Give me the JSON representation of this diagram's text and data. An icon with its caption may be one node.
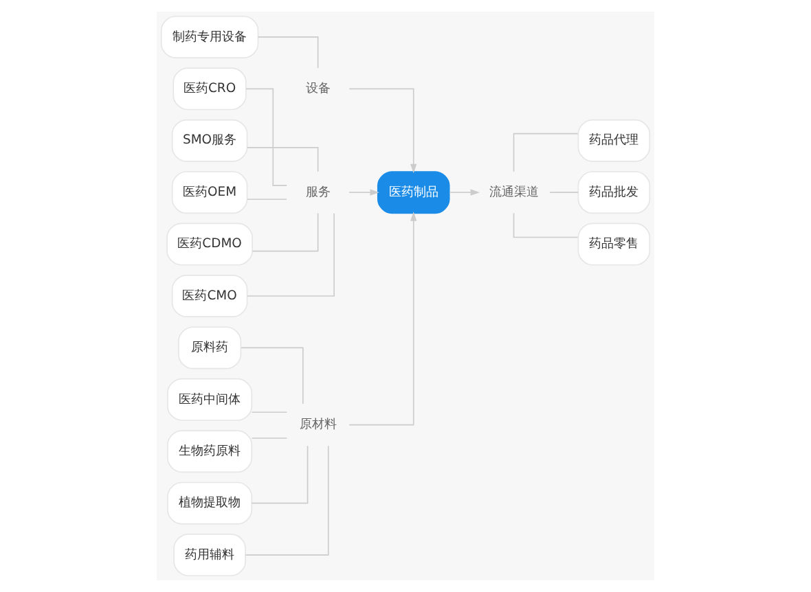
{
  "diagram": {
    "nodes": [
      {
        "text": [
          "制药专用设备"
        ]
      },
      {
        "text": [
          "设备"
        ]
      },
      {
        "text": [
          "医药CRO"
        ]
      },
      {
        "text": [
          "SMO服务"
        ]
      },
      {
        "text": [
          "医药OEM"
        ]
      },
      {
        "text": [
          "医药CDMO"
        ]
      },
      {
        "text": [
          "医药CMO"
        ]
      },
      {
        "text": [
          "服务"
        ]
      },
      {
        "text": [
          "原料药"
        ]
      },
      {
        "text": [
          "医药中间体"
        ]
      },
      {
        "text": [
          "生物药原料"
        ]
      },
      {
        "text": [
          "植物提取物"
        ]
      },
      {
        "text": [
          "药用辅料"
        ]
      },
      {
        "text": [
          "原材料"
        ]
      },
      {
        "text": [
          "医药制品"
        ]
      },
      {
        "text": [
          "流通渠道"
        ]
      },
      {
        "text": [
          "药品代理"
        ]
      },
      {
        "text": [
          "药品批发"
        ]
      },
      {
        "text": [
          "药品零售"
        ]
      }
    ],
    "edges": [
      {
        "from": 0,
        "to": 1,
        "arrow": "none"
      },
      {
        "from": 2,
        "to": 7,
        "arrow": "none"
      },
      {
        "from": 3,
        "to": 7,
        "arrow": "none"
      },
      {
        "from": 4,
        "to": 7,
        "arrow": "none"
      },
      {
        "from": 5,
        "to": 7,
        "arrow": "none"
      },
      {
        "from": 6,
        "to": 7,
        "arrow": "none"
      },
      {
        "from": 8,
        "to": 13,
        "arrow": "none"
      },
      {
        "from": 9,
        "to": 13,
        "arrow": "none"
      },
      {
        "from": 10,
        "to": 13,
        "arrow": "none"
      },
      {
        "from": 11,
        "to": 13,
        "arrow": "none"
      },
      {
        "from": 12,
        "to": 13,
        "arrow": "none"
      },
      {
        "from": 1,
        "to": 14,
        "arrow": "to"
      },
      {
        "from": 7,
        "to": 14,
        "arrow": "to"
      },
      {
        "from": 13,
        "to": 14,
        "arrow": "to"
      },
      {
        "from": 14,
        "to": 15,
        "arrow": "to"
      },
      {
        "from": 15,
        "to": 16,
        "arrow": "none"
      },
      {
        "from": 15,
        "to": 17,
        "arrow": "none"
      },
      {
        "from": 15,
        "to": 18,
        "arrow": "none"
      }
    ]
  }
}
